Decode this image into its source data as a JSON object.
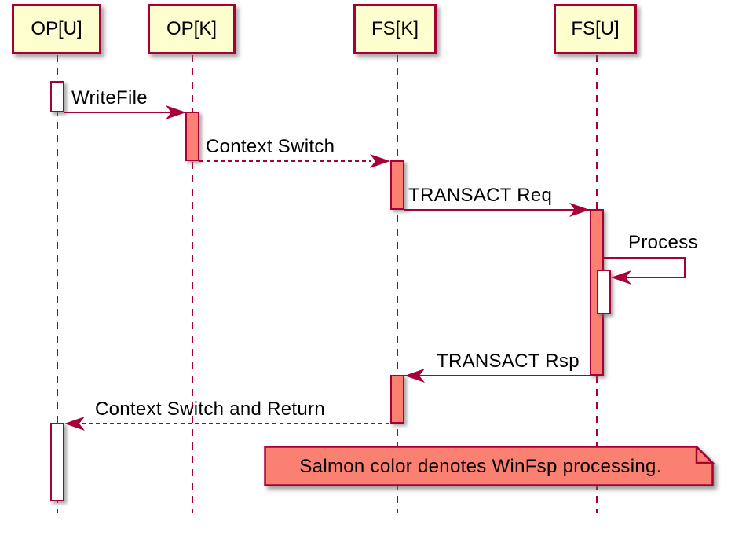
{
  "diagram": {
    "type": "sequence-diagram",
    "participants": [
      {
        "id": "op-u",
        "label": "OP[U]"
      },
      {
        "id": "op-k",
        "label": "OP[K]"
      },
      {
        "id": "fs-k",
        "label": "FS[K]"
      },
      {
        "id": "fs-u",
        "label": "FS[U]"
      }
    ],
    "messages": [
      {
        "label": "WriteFile",
        "from": "OP[U]",
        "to": "OP[K]",
        "line": "solid"
      },
      {
        "label": "Context Switch",
        "from": "OP[K]",
        "to": "FS[K]",
        "line": "dashed"
      },
      {
        "label": "TRANSACT Req",
        "from": "FS[K]",
        "to": "FS[U]",
        "line": "solid"
      },
      {
        "label": "Process",
        "from": "FS[U]",
        "to": "FS[U]",
        "line": "solid",
        "self": true
      },
      {
        "label": "TRANSACT Rsp",
        "from": "FS[U]",
        "to": "FS[K]",
        "line": "solid"
      },
      {
        "label": "Context Switch and Return",
        "from": "FS[K]",
        "to": "OP[U]",
        "line": "dashed"
      }
    ],
    "note": {
      "text": "Salmon color denotes WinFsp processing."
    },
    "colors": {
      "border": "#A80036",
      "participant_fill": "#FEFECE",
      "salmon": "#FA8072",
      "activation_white": "#FFFFFF",
      "text_color": "#000000",
      "background": "#FFFFFF"
    }
  }
}
